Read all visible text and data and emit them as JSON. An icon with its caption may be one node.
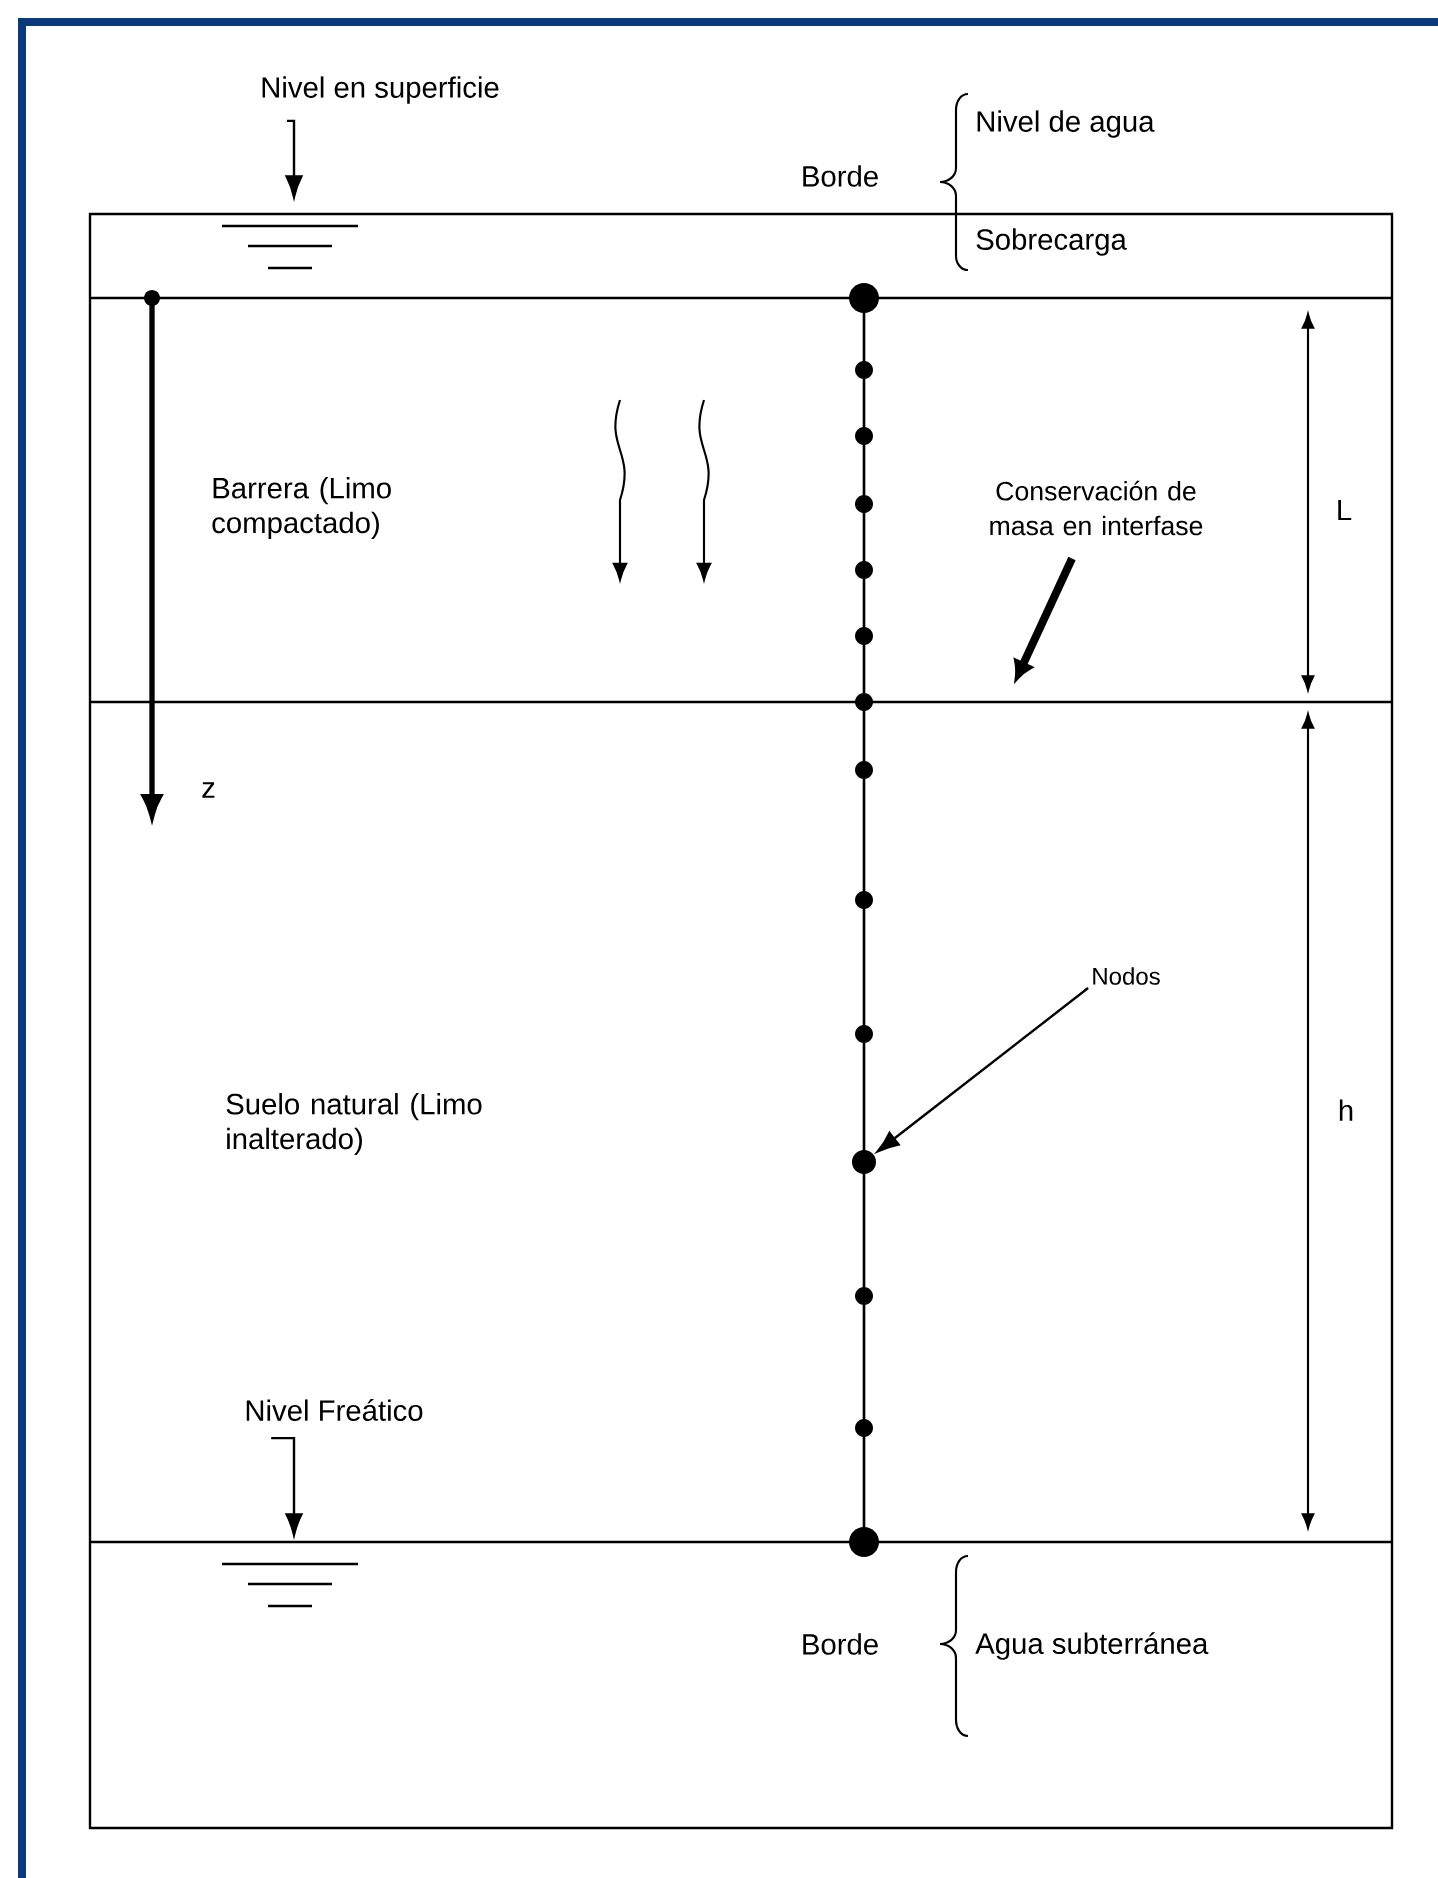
{
  "diagram": {
    "nodes": [
      {
        "text": [
          "Nivel en superficie"
        ]
      },
      {
        "text": [
          "Conservación de masa en interfase"
        ]
      },
      {
        "text": [
          "Nodos"
        ]
      },
      {
        "text": [],
        "shape": "circle"
      },
      {
        "text": [
          "Nivel Freático"
        ]
      }
    ],
    "edges": [
      {
        "from": 0,
        "to": null,
        "arrow": "to"
      },
      {
        "from": 1,
        "to": null,
        "arrow": "to",
        "style": "thick"
      },
      {
        "from": 2,
        "to": 3,
        "arrow": "to"
      },
      {
        "from": 4,
        "to": null,
        "arrow": "to"
      }
    ],
    "labels": [
      "Borde",
      "Nivel de agua",
      "Sobrecarga",
      "Barrera (Limo compactado)",
      "L",
      "z",
      "Suelo natural (Limo inalterado)",
      "h",
      "Borde",
      "Agua subterránea"
    ]
  }
}
